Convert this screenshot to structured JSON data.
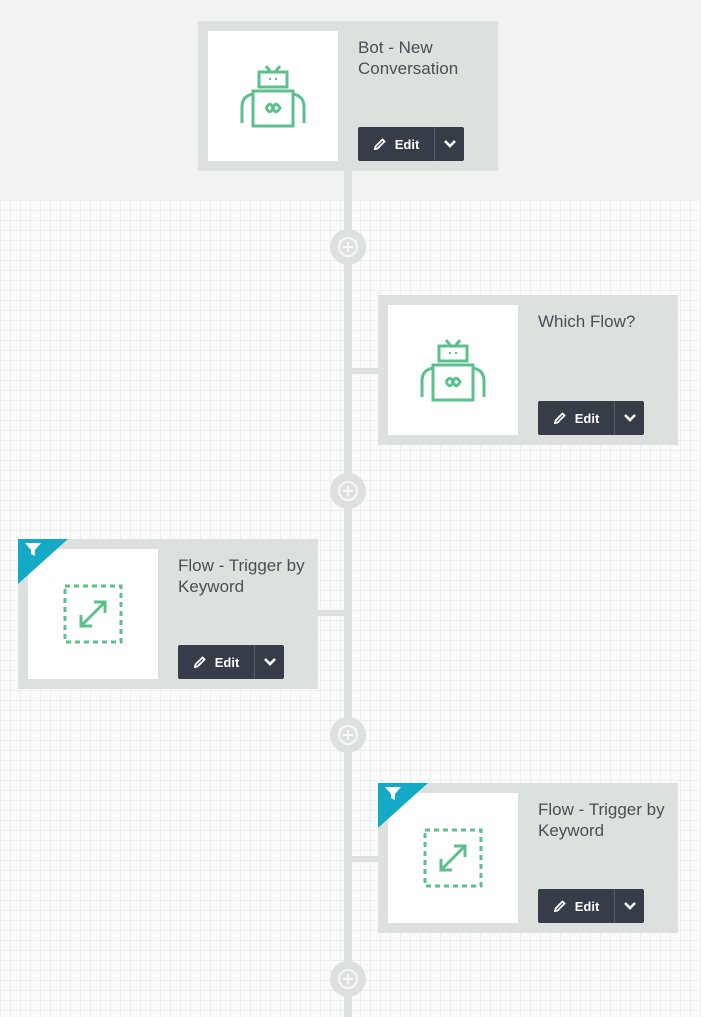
{
  "nodes": [
    {
      "title": "Bot - New Conversation",
      "icon": "robot-icon",
      "edit_label": "Edit",
      "has_filter": false
    },
    {
      "title": "Which Flow?",
      "icon": "robot-icon",
      "edit_label": "Edit",
      "has_filter": false
    },
    {
      "title": "Flow - Trigger by Keyword",
      "icon": "flow-trigger-icon",
      "edit_label": "Edit",
      "has_filter": true
    },
    {
      "title": "Flow - Trigger by Keyword",
      "icon": "flow-trigger-icon",
      "edit_label": "Edit",
      "has_filter": true
    }
  ],
  "colors": {
    "accent_green": "#5cc08c",
    "button_dark": "#363d48",
    "filter_flag": "#14aac6",
    "card_bg": "#dde1de"
  }
}
